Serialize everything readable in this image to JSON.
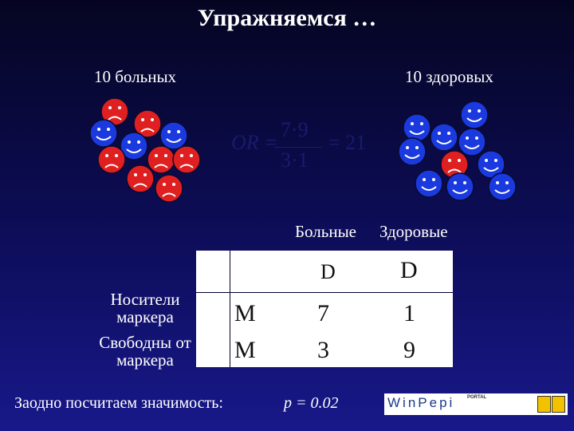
{
  "title": "Упражняемся …",
  "groups": {
    "sick": "10 больных",
    "healthy": "10 здоровых"
  },
  "formula": {
    "lhs": "OR =",
    "numerator": "7·9",
    "denominator": "3·1",
    "result": "= 21"
  },
  "table": {
    "col_headers": {
      "sick": "Больные",
      "healthy": "Здоровые"
    },
    "col_symbols": [
      "D",
      "D"
    ],
    "row_symbols": [
      "M",
      "M"
    ],
    "row_labels": [
      "Носители маркера",
      "Свободны от маркера"
    ],
    "values": [
      [
        "7",
        "1"
      ],
      [
        "3",
        "9"
      ]
    ]
  },
  "significance": {
    "label": "Заодно посчитаем значимость:",
    "p_value": "p = 0.02"
  },
  "logo": {
    "brand": "WinPepi",
    "portal": "PORTAL"
  },
  "colors": {
    "sick": "#e02020",
    "healthy": "#1a3ae0",
    "face_features": "#ffffff"
  }
}
